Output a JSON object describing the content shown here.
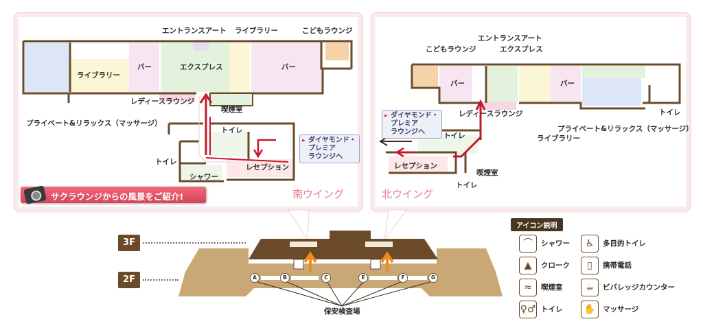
{
  "south_wing": {
    "wing_label": "南ウイング",
    "labels": {
      "entrance_art": "エントランスアート",
      "library_top": "ライブラリー",
      "kids_lounge": "こどもラウンジ",
      "library_room": "ライブラリー",
      "bar_left": "バー",
      "express": "エクスプレス",
      "bar_right": "バー",
      "ladies_lounge": "レディースラウンジ",
      "smoking_room": "喫煙室",
      "private_relax": "プライベート&リラックス（マッサージ）",
      "toilet_right": "トイレ",
      "toilet_left": "トイレ",
      "shower": "シャワー",
      "reception": "レセプション"
    },
    "callout": "ダイヤモンド・\nプレミア\nラウンジへ",
    "banner": "サクラウンジからの風景をご紹介!"
  },
  "north_wing": {
    "wing_label": "北ウイング",
    "labels": {
      "entrance_art": "エントランスアート",
      "kids_lounge": "こどもラウンジ",
      "express": "エクスプレス",
      "bar_left": "バー",
      "bar_right": "バー",
      "ladies_lounge": "レディースラウンジ",
      "library": "ライブラリー",
      "private_relax": "プライベート&リラックス（マッサージ）",
      "toilet_right": "トイレ",
      "toilet_mid": "トイレ",
      "reception": "レセプション",
      "smoking_room": "喫煙室",
      "toilet_bottom": "トイレ"
    },
    "callout": "ダイヤモンド・\nプレミア\nラウンジへ"
  },
  "terminal": {
    "floors": [
      "3F",
      "2F"
    ],
    "gates": [
      "A",
      "B",
      "C",
      "E",
      "F",
      "G"
    ],
    "security": "保安検査場"
  },
  "legend": {
    "title": "アイコン説明",
    "items": [
      {
        "label": "シャワー",
        "icon": "shower-icon"
      },
      {
        "label": "多目的トイレ",
        "icon": "accessible-toilet-icon"
      },
      {
        "label": "クローク",
        "icon": "cloak-icon"
      },
      {
        "label": "携帯電話",
        "icon": "mobile-phone-icon"
      },
      {
        "label": "喫煙室",
        "icon": "smoking-icon"
      },
      {
        "label": "ビバレッジカウンター",
        "icon": "beverage-counter-icon"
      },
      {
        "label": "トイレ",
        "icon": "toilet-icon"
      },
      {
        "label": "マッサージ",
        "icon": "massage-icon"
      }
    ]
  },
  "colors": {
    "wall": "#6b4a2a",
    "accent_pink": "#e57a8a",
    "route_red": "#c8162a",
    "room_blue": "#dde6f8",
    "room_yellow": "#fbf6d6",
    "room_pink": "#f7e6f2",
    "room_green": "#e2f2dc",
    "room_orange": "#f6d2a8",
    "terminal_tan": "#c9a876",
    "terminal_dark": "#6b4a2a"
  }
}
